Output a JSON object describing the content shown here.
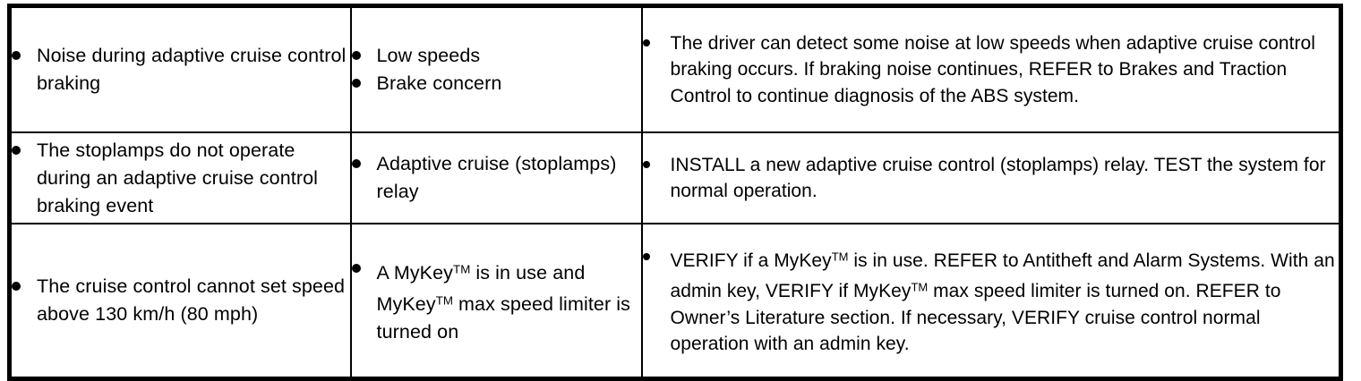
{
  "document": {
    "kind": "diagnostic-symptom-chart",
    "columns": 3,
    "rows": 3,
    "bullet_glyph": "•",
    "border_color": "#000000",
    "background_color": "#ffffff",
    "text_color": "#000000"
  },
  "rows": [
    {
      "condition": [
        "Noise during adaptive cruise control braking"
      ],
      "source": [
        "Low speeds",
        "Brake concern"
      ],
      "action": [
        "The driver can detect some noise at low speeds when adaptive cruise control braking occurs. If braking noise continues, REFER to Brakes and Traction Control to continue diagnosis of the ABS system."
      ]
    },
    {
      "condition": [
        "The stoplamps do not operate during an adaptive cruise control braking event"
      ],
      "source": [
        "Adaptive cruise (stoplamps) relay"
      ],
      "action": [
        "INSTALL a new adaptive cruise control (stoplamps) relay. TEST the system for normal operation."
      ]
    },
    {
      "condition": [
        "The cruise control cannot set speed above 130 km/h (80 mph)"
      ],
      "source_html": [
        "A MyKey<span class=\"tm\">TM</span> is in use and MyKey<span class=\"tm\">TM</span> max speed limiter is turned on"
      ],
      "action_html": [
        "VERIFY if a MyKey<span class=\"tm\">TM</span> is in use. REFER to Antitheft and Alarm Systems. With an admin key, VERIFY if MyKey<span class=\"tm\">TM</span> max speed limiter is turned on. REFER to Owner&rsquo;s Literature section. If necessary, VERIFY cruise control normal operation with an admin key."
      ],
      "source_plain": [
        "A MyKey™ is in use and MyKey™ max speed limiter is turned on"
      ],
      "action_plain": [
        "VERIFY if a MyKey™ is in use. REFER to Antitheft and Alarm Systems. With an admin key, VERIFY if MyKey™ max speed limiter is turned on. REFER to Owner’s Literature section. If necessary, VERIFY cruise control normal operation with an admin key."
      ]
    }
  ]
}
